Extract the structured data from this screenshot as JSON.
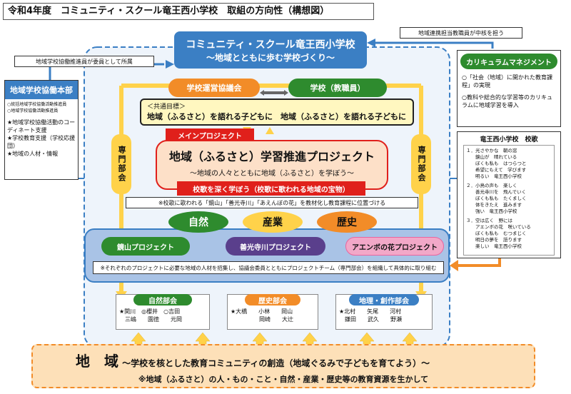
{
  "header": {
    "title": "令和4年度　コミュニティ・スクール竜王西小学校　取組の方向性（構想図）"
  },
  "top_center": {
    "title": "コミュニティ・スクール竜王西小学校",
    "subtitle": "～地域とともに歩む学校づくり～"
  },
  "notes": {
    "left_callout": "地域学校協働推進員が委員として所属",
    "right_callout": "地域連携担当教職員が中核を担う",
    "nested_project_note": "※校歌に歌われる「鏡山」「善光寺川」「あえんぼの花」を教材化し教育課程に位置づける",
    "projects_note": "※それぞれのプロジェクトに必要な地域の人材を招集し、協議会委員とともにプロジェクトチーム（専門部会）を組織して具体的に取り組む"
  },
  "left_panel": {
    "title": "地域学校協働本部",
    "members": [
      "○統括地域学校協働活動推進員",
      "○地域学校協働活動推進員"
    ],
    "duties": [
      "★地域学校協働活動のコーディネート支援",
      "★学校教育支援（学校応援団）",
      "★地域の人材・情報"
    ]
  },
  "right_panel": {
    "title": "カリキュラムマネジメント",
    "items": [
      "○「社会（地域）に開かれた教育課程」の実現",
      "○教科や総合的な学習等のカリキュラムに地域学習を導入"
    ]
  },
  "song": {
    "title": "竜王西小学校　校歌",
    "verses": [
      [
        "１．光さやかな　朝の窓",
        "　　鏡山が　晴れている",
        "　　ぼくも私も　はつらつと",
        "　　希望にもえて　学びます",
        "　　明るい　竜王西小学校"
      ],
      [
        "２．小鳥の声も　楽しく",
        "　　善光寺川を　飛んでいく",
        "　　ぼくも私も　たくましく",
        "　　体をきたえ　進みます",
        "　　強い　竜王西小学校"
      ],
      [
        "３．空は広く　野には",
        "　　アエンボの花　咲いている",
        "　　ぼくも私も　むつまじく",
        "　　明日の夢を　語ります",
        "　　楽しい　竜王西小学校"
      ]
    ]
  },
  "council": {
    "committee": "学校運営協議会",
    "school": "学校（教職員）",
    "goal_label": "＜共通目標＞",
    "goal_text": "地域（ふるさと）を語れる子どもに　地域（ふるさと）を語れる子どもに"
  },
  "side_labels": {
    "left": "専門部会",
    "right": "専門部会"
  },
  "main_project": {
    "badge": "メインプロジェクト",
    "title": "地域（ふるさと）学習推進プロジェクト",
    "subtitle": "～地域の人々とともに地域（ふるさと）を学ぼう～",
    "red_band": "校歌を深く学ぼう（校歌に歌われる地域の宝物）"
  },
  "themes": [
    "自然",
    "産業",
    "歴史"
  ],
  "projects": [
    "鏡山プロジェクト",
    "善光寺川プロジェクト",
    "アエンボの花プロジェクト"
  ],
  "subcommittees": [
    {
      "title": "自然部会",
      "rows": [
        "★関川　◎櫻井　○吉田",
        "　三嶋　　園徳　　元岡"
      ]
    },
    {
      "title": "歴史部会",
      "rows": [
        "★大橋　　小林　　岡山",
        "　　　　　岡崎　　大辻"
      ]
    },
    {
      "title": "地理・創作部会",
      "rows": [
        "★北村　　矢尾　　河村",
        "　鎌田　　武久　　野瀬"
      ]
    }
  ],
  "bottom": {
    "title": "地　域",
    "title_rest": "～学校を核とした教育コミュニティの創造（地域ぐるみで子どもを育てよう）～",
    "subtitle": "※地域（ふるさと）の人・もの・こと・自然・産業・歴史等の教育資源を生かして"
  },
  "colors": {
    "green": "#2e8b2e",
    "orange": "#f28c28",
    "purple": "#5a3f8c",
    "red": "#e0201b",
    "blue_frame": "#3b7fc4",
    "yellow": "#ffd24a",
    "pink": "#e9659e",
    "light_blue_bg": "#dbe6f5"
  }
}
